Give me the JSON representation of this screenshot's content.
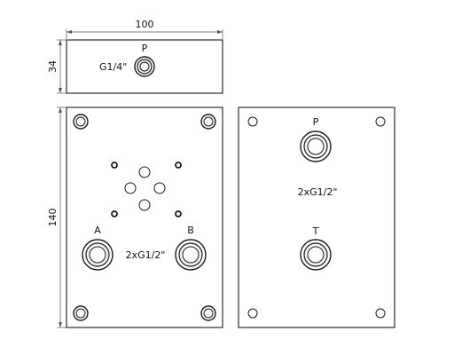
{
  "dimensions": {
    "width_label": "100",
    "height_top_label": "34",
    "height_main_label": "140"
  },
  "top_plate": {
    "port_label": "P",
    "thread_label": "G1/4\""
  },
  "left_plate": {
    "port_a_label": "A",
    "port_b_label": "B",
    "thread_label": "2xG1/2\""
  },
  "right_plate": {
    "port_p_label": "P",
    "port_t_label": "T",
    "thread_label": "2xG1/2\""
  },
  "colors": {
    "outline": "#1a1a1a",
    "dimension_line": "#555555",
    "background": "#ffffff"
  }
}
